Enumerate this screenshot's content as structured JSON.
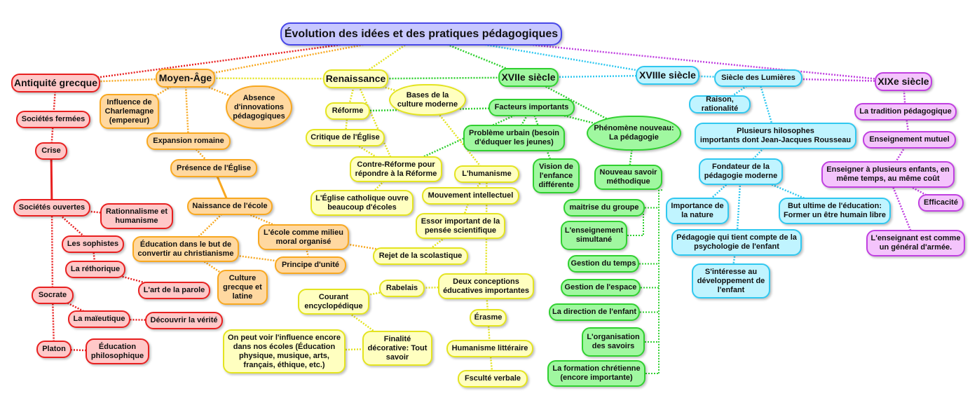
{
  "title": "Évolution des idées et des pratiques pédagogiques",
  "colors": {
    "red": "#e82020",
    "orange": "#f8a820",
    "yellow": "#e4e420",
    "green": "#30d030",
    "cyan": "#30c8f0",
    "purple": "#c040e0",
    "title": "#4848e8"
  },
  "nodes": {
    "antiquite": "Antiquité grecque",
    "fermees": "Sociétés fermées",
    "crise": "Crise",
    "ouvertes": "Sociétés ouvertes",
    "rationnalisme": "Rationnalisme et\nhumanisme",
    "sophistes": "Les sophistes",
    "rethorique": "La réthorique",
    "parole": "L'art de la parole",
    "socrate": "Socrate",
    "maieutique": "La maïeutique",
    "verite": "Découvrir la vérité",
    "platon": "Platon",
    "philo": "Éducation\nphilosophique",
    "moyenage": "Moyen-Âge",
    "charlemagne": "Influence de\nCharlemagne\n(empereur)",
    "absence": "Absence\nd'innovations\npédagogiques",
    "expansion": "Expansion romaine",
    "presence": "Présence de l'Église",
    "naissance": "Naissance de l'école",
    "milieu": "L'école comme milieu\nmoral organisé",
    "convertir": "Éducation dans le but de\nconvertir au christianisme",
    "unite": "Principe d'unité",
    "culture": "Culture\ngrecque et\nlatine",
    "renaissance": "Renaissance",
    "bases": "Bases de la\nculture moderne",
    "reforme": "Réforme",
    "critique": "Critique de l'Église",
    "contre": "Contre-Réforme pour\nrépondre à la Réforme",
    "humanisme": "L'humanisme",
    "eglisecath": "L'Église catholique ouvre\nbeaucoup d'écoles",
    "mouvement": "Mouvement intellectuel",
    "essor": "Essor important de la\npensée scientifique",
    "rejet": "Rejet de la scolastique",
    "rabelais": "Rabelais",
    "deux": "Deux conceptions\néducatives importantes",
    "courant": "Courant\nencyclopédique",
    "erasme": "Érasme",
    "influence": "On peut voir l'influence encore\ndans nos écoles (Éducation\nphysique, musique, arts,\nfrançais, éthique, etc.)",
    "finalite": "Finalité\ndécorative: Tout\nsavoir",
    "litteraire": "Humanisme littéraire",
    "verbale": "Fsculté verbale",
    "xvii": "XVIIe siècle",
    "facteurs": "Facteurs importants",
    "phenomene": "Phénomène nouveau:\nLa pédagogie",
    "urbain": "Problème urbain (besoin\nd'éduquer les jeunes)",
    "vision": "Vision de\nl'enfance\ndifférente",
    "nouveau": "Nouveau savoir\nméthodique",
    "maitrise": "maitrise du groupe",
    "simultane": "L'enseignement\nsimultané",
    "temps": "Gestion du temps",
    "espace": "Gestion de l'espace",
    "direction": "La direction de l'enfant",
    "organisation": "L'organisation\ndes savoirs",
    "formation": "La formation chrétienne\n(encore importante)",
    "xviii": "XVIIIe siècle",
    "lumieres": "Siècle des Lumières",
    "raison": "Raison, rationalité",
    "philosophes": "Plusieurs hilosophes\nimportants dont Jean-Jacques Rousseau",
    "fondateur": "Fondateur de la\npédagogie moderne",
    "nature": "Importance de\nla nature",
    "but": "But ultime de l'éducation:\nFormer un être humain libre",
    "psycho": "Pédagogie qui tient compte de la\npsychologie de l'enfant",
    "developpement": "S'intéresse au\ndéveloppement de\nl'enfant",
    "xix": "XIXe siècle",
    "tradition": "La tradition pédagogique",
    "mutuel": "Enseignement mutuel",
    "plusieurs": "Enseigner à plusieurs enfants, en\nmême temps, au même coût",
    "efficacite": "Efficacité",
    "general": "L'enseignant est comme\nun général d'armée."
  }
}
